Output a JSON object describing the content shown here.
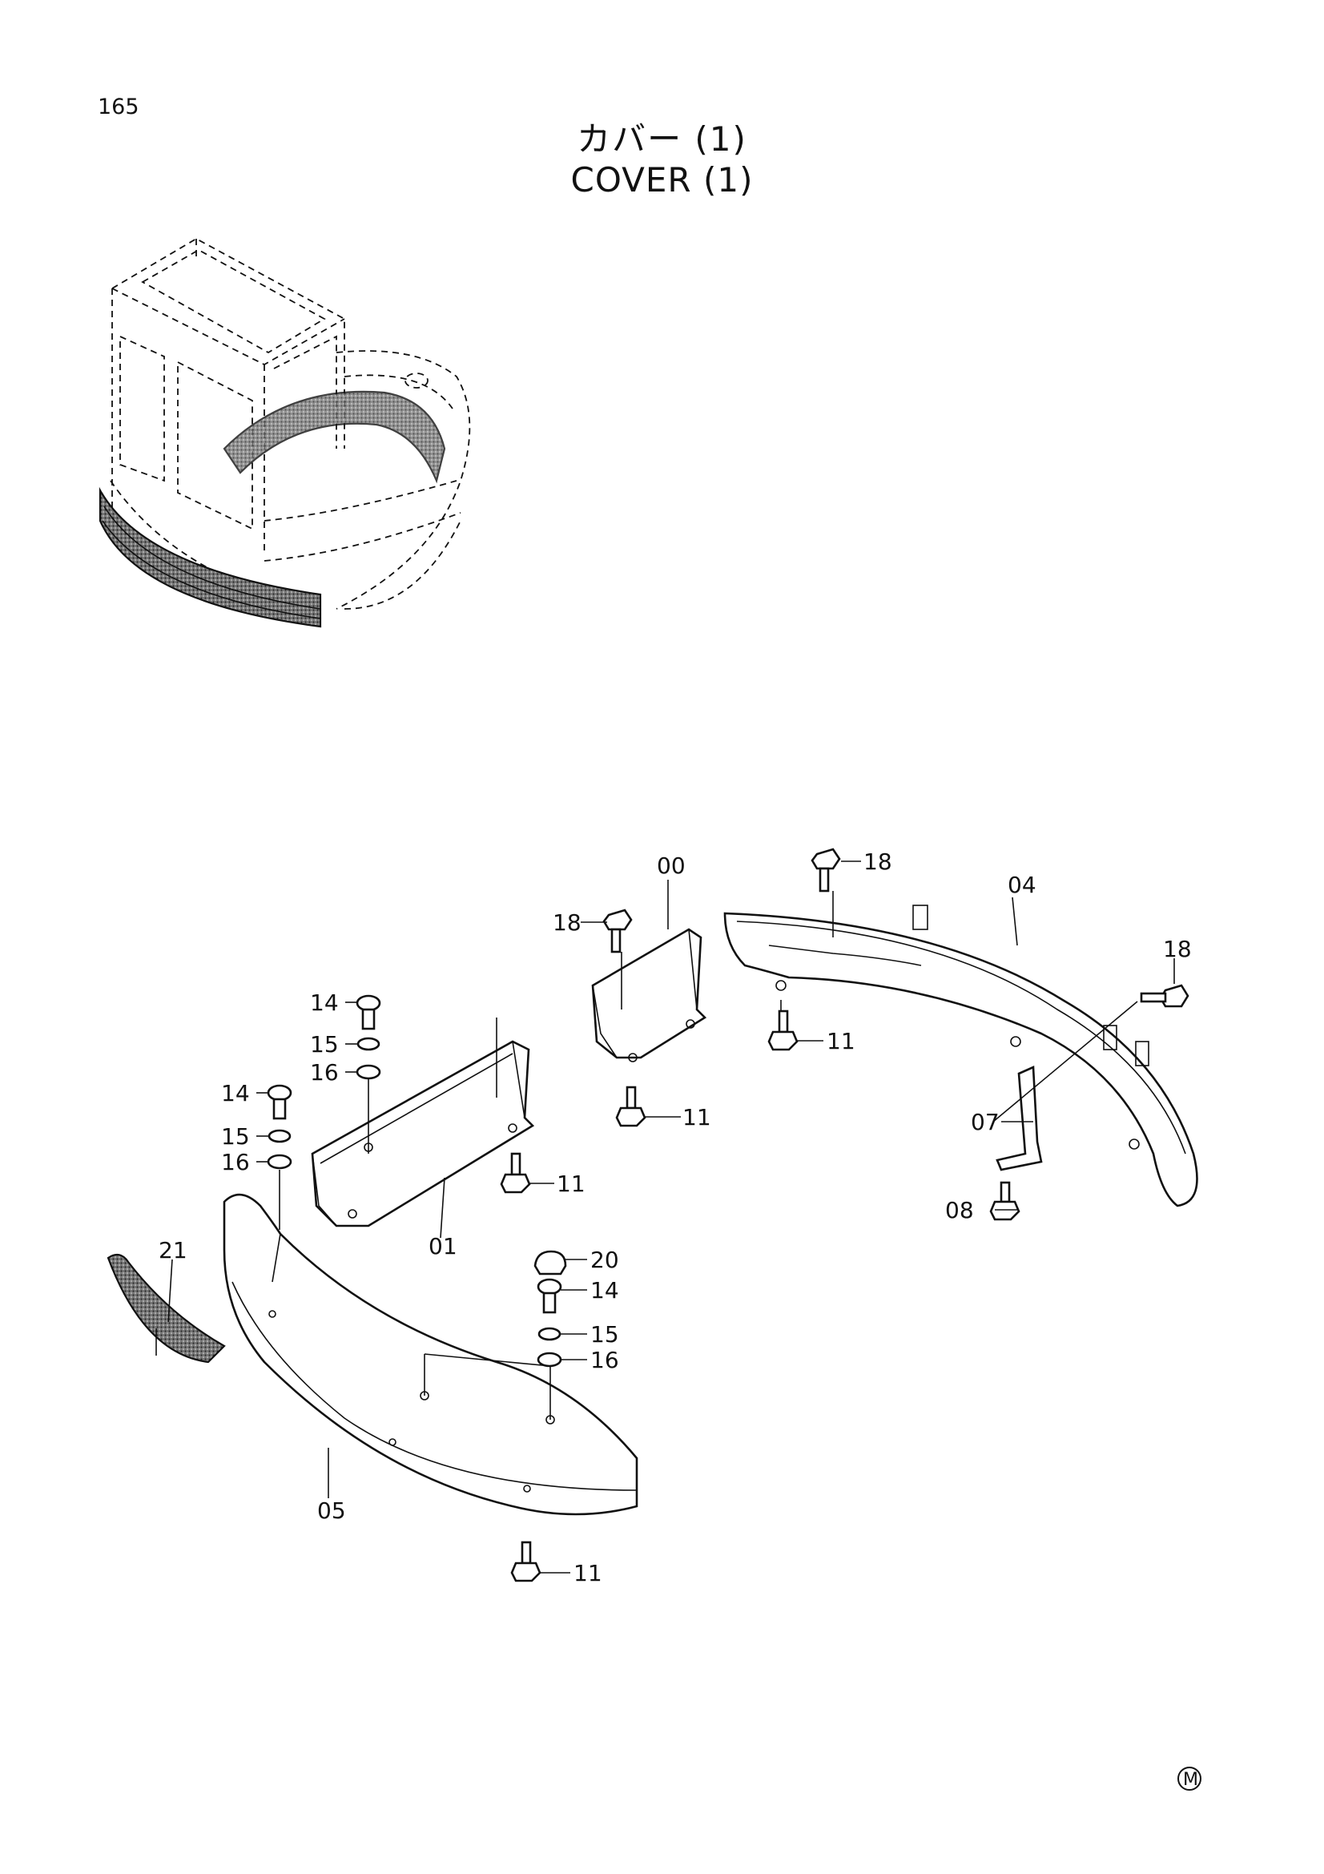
{
  "page_number": "165",
  "title_jp": "カバー (1)",
  "title_en": "COVER (1)",
  "callouts": [
    {
      "id": "c00a",
      "label": "00"
    },
    {
      "id": "c18a",
      "label": "18"
    },
    {
      "id": "c18b",
      "label": "18"
    },
    {
      "id": "c04",
      "label": "04"
    },
    {
      "id": "c18c",
      "label": "18"
    },
    {
      "id": "c14a",
      "label": "14"
    },
    {
      "id": "c15a",
      "label": "15"
    },
    {
      "id": "c16a",
      "label": "16"
    },
    {
      "id": "c11a",
      "label": "11"
    },
    {
      "id": "c11b",
      "label": "11"
    },
    {
      "id": "c14b",
      "label": "14"
    },
    {
      "id": "c15b",
      "label": "15"
    },
    {
      "id": "c16b",
      "label": "16"
    },
    {
      "id": "c11c",
      "label": "11"
    },
    {
      "id": "c07",
      "label": "07"
    },
    {
      "id": "c08",
      "label": "08"
    },
    {
      "id": "c01",
      "label": "01"
    },
    {
      "id": "c21",
      "label": "21"
    },
    {
      "id": "c20",
      "label": "20"
    },
    {
      "id": "c14c",
      "label": "14"
    },
    {
      "id": "c15c",
      "label": "15"
    },
    {
      "id": "c16c",
      "label": "16"
    },
    {
      "id": "c05",
      "label": "05"
    },
    {
      "id": "c11d",
      "label": "11"
    }
  ],
  "footer_mark": "M"
}
